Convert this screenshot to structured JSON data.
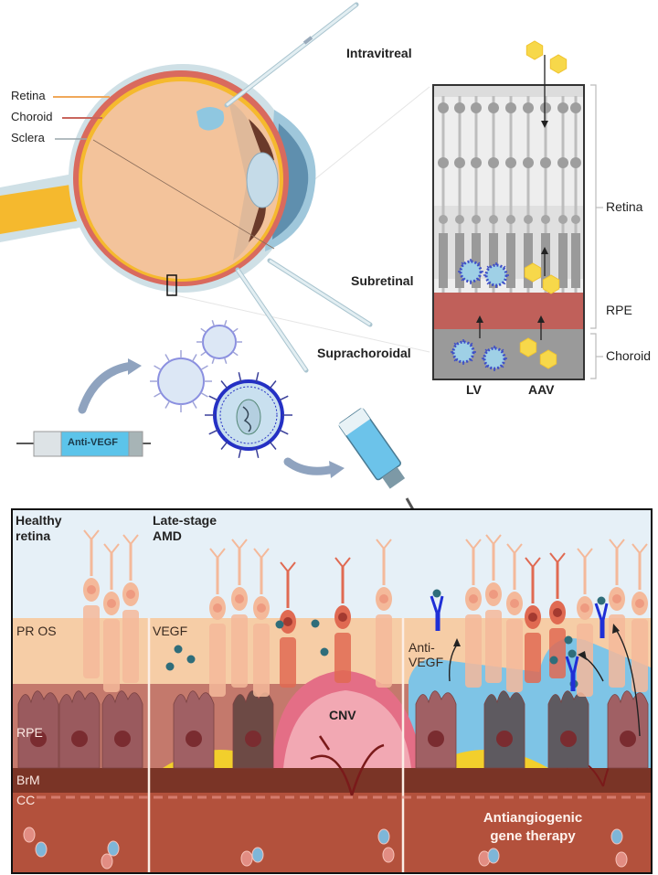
{
  "eye": {
    "labels": {
      "retina": "Retina",
      "choroid": "Choroid",
      "sclera": "Sclera"
    },
    "colors": {
      "retina": "#f2b13a",
      "choroid": "#d96a5e",
      "sclera": "#cfe0e6",
      "vitreous": "#f3c39b"
    }
  },
  "routes": {
    "intravitreal": "Intravitreal",
    "subretinal": "Subretinal",
    "suprachoroidal": "Suprachoroidal"
  },
  "inset": {
    "side_labels": {
      "retina": "Retina",
      "rpe": "RPE",
      "choroid": "Choroid"
    },
    "bottom_labels": {
      "lv": "LV",
      "aav": "AAV"
    }
  },
  "construct": {
    "label": "Anti-VEGF"
  },
  "bottom_panel": {
    "sections": {
      "healthy": "Healthy\nretina",
      "healthy_line1": "Healthy",
      "healthy_line2": "retina",
      "amd_line1": "Late-stage",
      "amd_line2": "AMD"
    },
    "layers": {
      "pr_os": "PR OS",
      "rpe": "RPE",
      "brm": "BrM",
      "cc": "CC"
    },
    "annotations": {
      "vegf": "VEGF",
      "anti_vegf_line1": "Anti-",
      "anti_vegf_line2": "VEGF",
      "cnv": "CNV",
      "therapy_line1": "Antiangiogenic",
      "therapy_line2": "gene therapy"
    },
    "colors": {
      "sky": "#e6f0f7",
      "pr_os": "#f6cda6",
      "rpe_band": "#c4796c",
      "brm": "#7a3426",
      "cc": "#b3513c",
      "drusen": "#f2cf2c",
      "cnv": "#eb8fa0",
      "fluid": "#7ec4e6",
      "antibody": "#1f2fd6",
      "vegf_dot": "#2f6d7a"
    }
  }
}
